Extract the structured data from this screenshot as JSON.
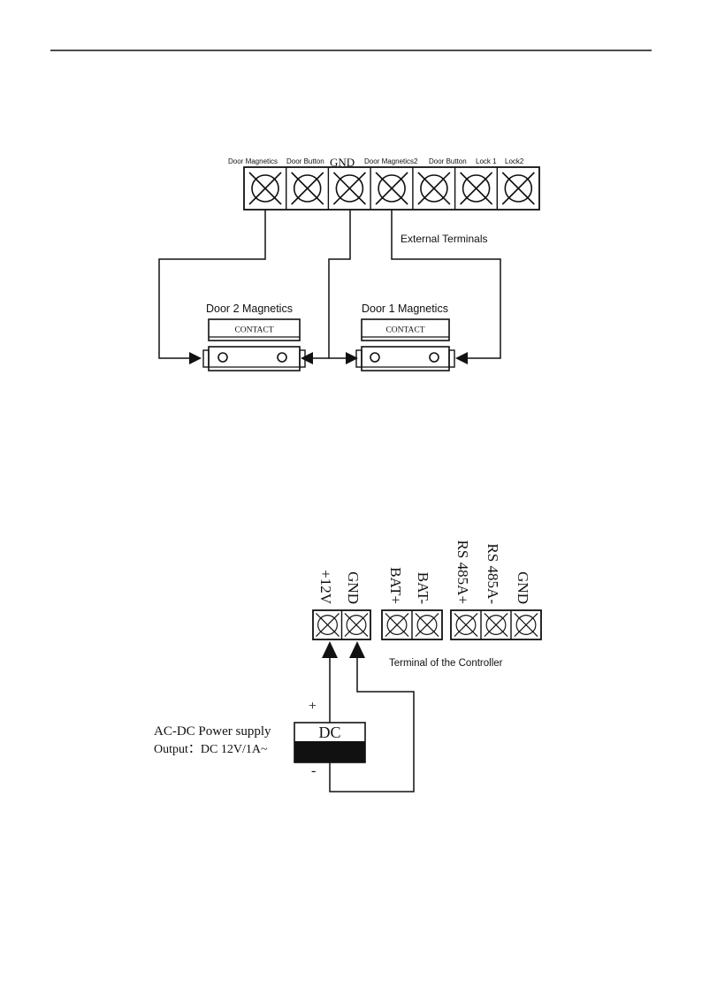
{
  "diagram1": {
    "terminal_labels": [
      "Door Magnetics",
      "Door Button",
      "GND",
      "Door Magnetics2",
      "Door Button",
      "Lock 1",
      "Lock2"
    ],
    "external_terminals_label": "External Terminals",
    "door2_label": "Door 2 Magnetics",
    "door1_label": "Door 1 Magnetics",
    "contact_label": "CONTACT"
  },
  "diagram2": {
    "terminal_labels": [
      "+12V",
      "GND",
      "BAT+",
      "BAT-",
      "RS 485A+",
      "RS 485A-",
      "GND"
    ],
    "controller_label": "Terminal of the Controller",
    "plus_sign": "+",
    "minus_sign": "-",
    "dc_label": "DC",
    "psu_line1": "AC-DC Power supply",
    "psu_line2": "Output：DC 12V/1A~"
  }
}
